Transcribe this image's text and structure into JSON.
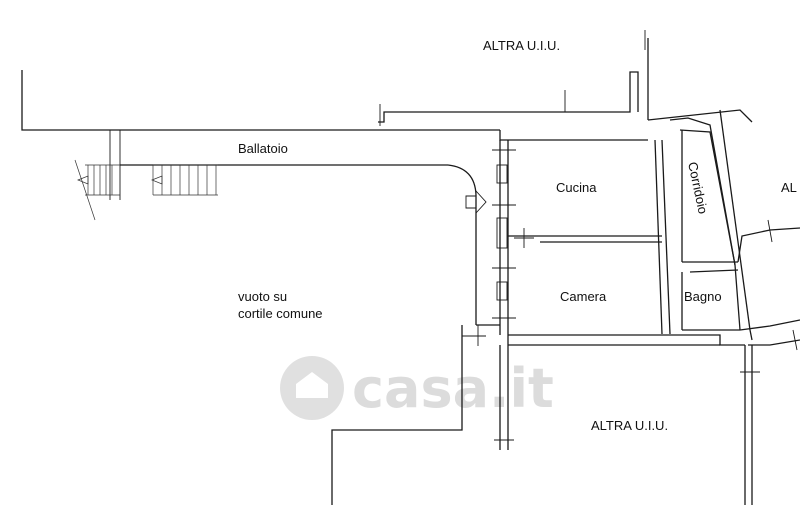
{
  "labels": {
    "altra_top": "ALTRA U.I.U.",
    "altra_bottom": "ALTRA U.I.U.",
    "altra_right": "AL",
    "ballatoio": "Ballatoio",
    "cucina": "Cucina",
    "corridoio": "Corridoio",
    "camera": "Camera",
    "bagno": "Bagno",
    "vuoto_line1": "vuoto su",
    "vuoto_line2": "cortile comune"
  },
  "watermark": {
    "text": "casa.it",
    "color": "#d9d9d9"
  },
  "colors": {
    "line": "#1a1a1a",
    "background": "#ffffff"
  }
}
